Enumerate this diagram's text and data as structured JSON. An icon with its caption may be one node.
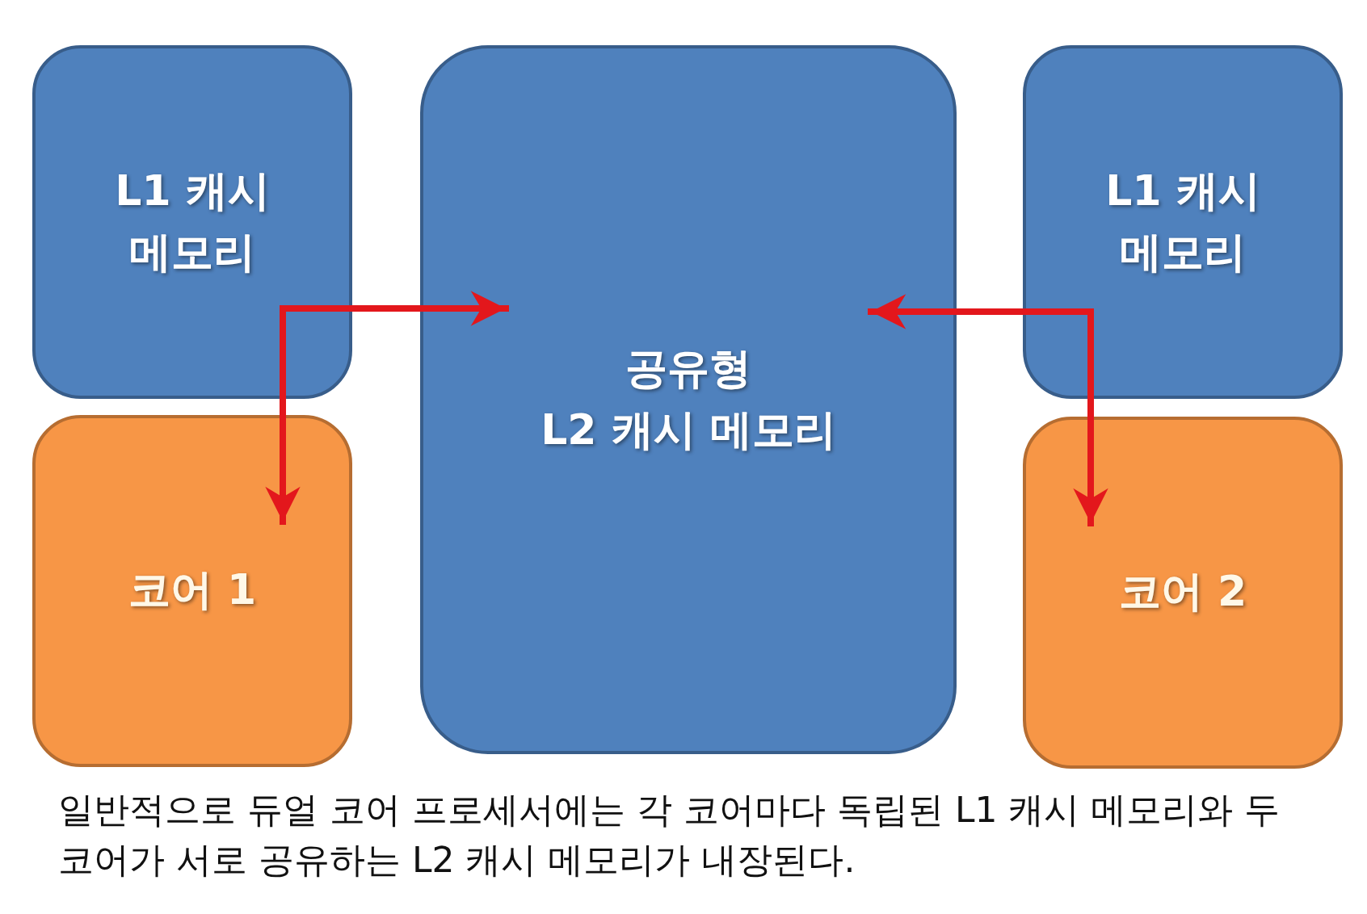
{
  "diagram": {
    "caption": "일반적으로 듀얼 코어 프로세서에는 각 코어마다 독립된 L1 캐시 메모리와 두 코어가 서로 공유하는 L2 캐시 메모리가 내장된다.",
    "nodes": [
      {
        "text": [
          "L1 캐시 메모리"
        ]
      },
      {
        "text": [
          "코어 1"
        ]
      },
      {
        "text": [
          "공유형 L2 캐시 메모리"
        ]
      },
      {
        "text": [
          "L1 캐시 메모리"
        ]
      },
      {
        "text": [
          "코어 2"
        ]
      }
    ],
    "edges": [
      {
        "from": 0,
        "to": 2,
        "arrow": "to"
      },
      {
        "from": 0,
        "to": 1,
        "arrow": "to"
      },
      {
        "from": 3,
        "to": 2,
        "arrow": "to"
      },
      {
        "from": 3,
        "to": 4,
        "arrow": "to"
      }
    ]
  }
}
